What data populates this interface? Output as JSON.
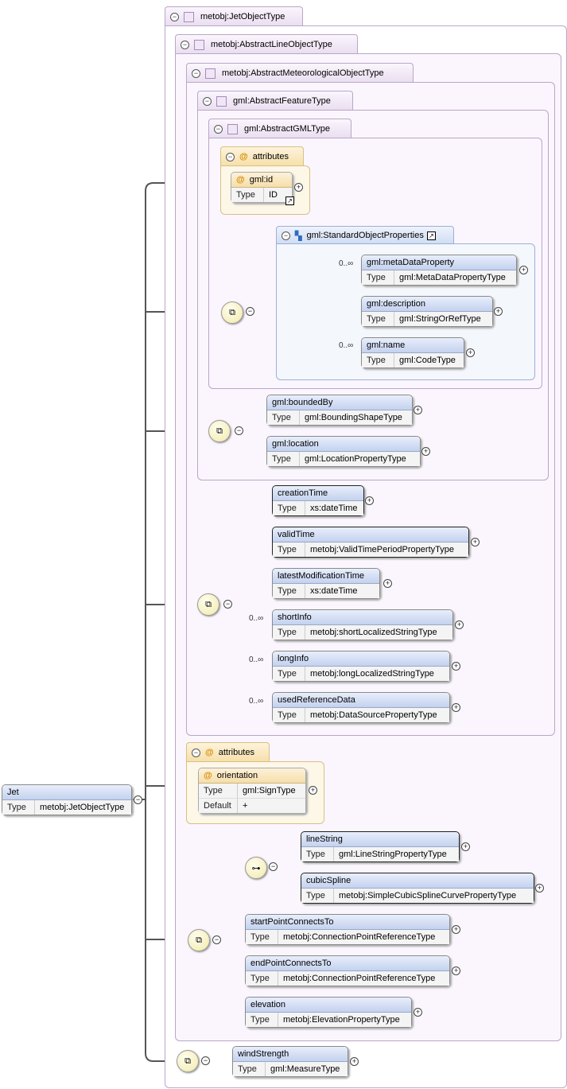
{
  "types": {
    "jet_object": "metobj:JetObjectType",
    "abstract_line": "metobj:AbstractLineObjectType",
    "abstract_met": "metobj:AbstractMeteorologicalObjectType",
    "abstract_feature": "gml:AbstractFeatureType",
    "abstract_gml": "gml:AbstractGMLType"
  },
  "labels": {
    "type": "Type",
    "default": "Default",
    "attributes": "attributes"
  },
  "root": {
    "name": "Jet",
    "type": "metobj:JetObjectType"
  },
  "gml_id": {
    "name": "gml:id",
    "type": "ID"
  },
  "std_props": {
    "name": "gml:StandardObjectProperties"
  },
  "elements": {
    "metaDataProperty": {
      "name": "gml:metaDataProperty",
      "type": "gml:MetaDataPropertyType",
      "occ": "0..∞"
    },
    "description": {
      "name": "gml:description",
      "type": "gml:StringOrRefType"
    },
    "gmlname": {
      "name": "gml:name",
      "type": "gml:CodeType",
      "occ": "0..∞"
    },
    "boundedBy": {
      "name": "gml:boundedBy",
      "type": "gml:BoundingShapeType"
    },
    "location": {
      "name": "gml:location",
      "type": "gml:LocationPropertyType"
    },
    "creationTime": {
      "name": "creationTime",
      "type": "xs:dateTime"
    },
    "validTime": {
      "name": "validTime",
      "type": "metobj:ValidTimePeriodPropertyType"
    },
    "latestModificationTime": {
      "name": "latestModificationTime",
      "type": "xs:dateTime"
    },
    "shortInfo": {
      "name": "shortInfo",
      "type": "metobj:shortLocalizedStringType",
      "occ": "0..∞"
    },
    "longInfo": {
      "name": "longInfo",
      "type": "metobj:longLocalizedStringType",
      "occ": "0..∞"
    },
    "usedReferenceData": {
      "name": "usedReferenceData",
      "type": "metobj:DataSourcePropertyType",
      "occ": "0..∞"
    },
    "lineString": {
      "name": "lineString",
      "type": "gml:LineStringPropertyType"
    },
    "cubicSpline": {
      "name": "cubicSpline",
      "type": "metobj:SimpleCubicSplineCurvePropertyType"
    },
    "startPointConnectsTo": {
      "name": "startPointConnectsTo",
      "type": "metobj:ConnectionPointReferenceType"
    },
    "endPointConnectsTo": {
      "name": "endPointConnectsTo",
      "type": "metobj:ConnectionPointReferenceType"
    },
    "elevation": {
      "name": "elevation",
      "type": "metobj:ElevationPropertyType"
    },
    "windStrength": {
      "name": "windStrength",
      "type": "gml:MeasureType"
    }
  },
  "orientation": {
    "name": "orientation",
    "type": "gml:SignType",
    "default": "+"
  }
}
